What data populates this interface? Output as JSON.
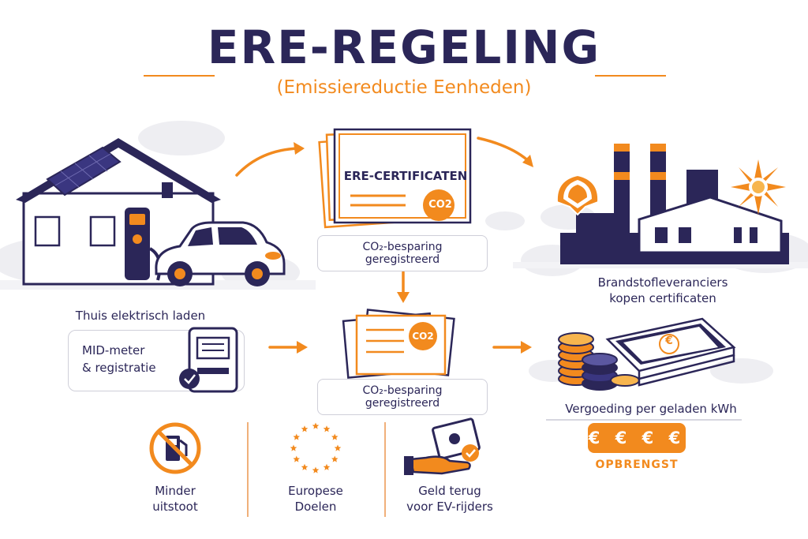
{
  "header": {
    "title": "ERE-REGELING",
    "subtitle": "(Emissiereductie Eenheden)"
  },
  "certificate": {
    "title": "ERE-CERTIFICATEN",
    "co2_badge": "CO2",
    "top_caption": "CO₂-besparing geregistreerd",
    "bottom_caption": "CO₂-besparing geregistreerd"
  },
  "home": {
    "caption": "Thuis elektrisch laden",
    "meter_line1": "MID-meter",
    "meter_line2": "& registratie"
  },
  "suppliers": {
    "caption_line1": "Brandstofleveranciers",
    "caption_line2": "kopen certificaten"
  },
  "money": {
    "caption": "Vergoeding per geladen kWh",
    "euro_symbols": "€ € € €",
    "euro_note": "€",
    "result_label": "OPBRENGST"
  },
  "benefits": [
    {
      "line1": "Minder",
      "line2": "uitstoot",
      "icon": "no-fuel-pump-icon"
    },
    {
      "line1": "Europese",
      "line2": "Doelen",
      "icon": "eu-stars-icon"
    },
    {
      "line1": "Geld terug",
      "line2": "voor EV-rijders",
      "icon": "money-hand-icon"
    }
  ],
  "colors": {
    "accent": "#f28a1e",
    "navy": "#2b2658",
    "gray": "#cfcfd9"
  }
}
